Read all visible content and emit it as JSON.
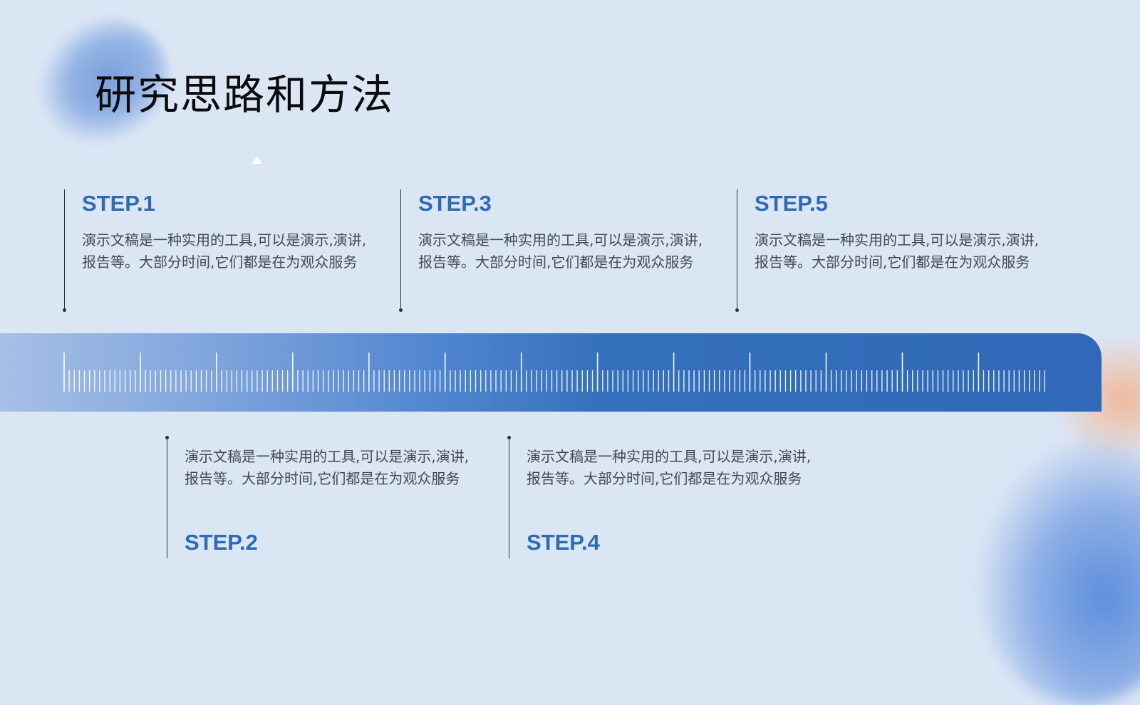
{
  "title": "研究思路和方法",
  "steps": [
    {
      "label": "STEP.1",
      "text": "演示文稿是一种实用的工具,可以是演示,演讲,报告等。大部分时间,它们都是在为观众服务"
    },
    {
      "label": "STEP.2",
      "text": "演示文稿是一种实用的工具,可以是演示,演讲,报告等。大部分时间,它们都是在为观众服务"
    },
    {
      "label": "STEP.3",
      "text": "演示文稿是一种实用的工具,可以是演示,演讲,报告等。大部分时间,它们都是在为观众服务"
    },
    {
      "label": "STEP.4",
      "text": "演示文稿是一种实用的工具,可以是演示,演讲,报告等。大部分时间,它们都是在为观众服务"
    },
    {
      "label": "STEP.5",
      "text": "演示文稿是一种实用的工具,可以是演示,演讲,报告等。大部分时间,它们都是在为观众服务"
    }
  ],
  "colors": {
    "accent": "#2d6bb5",
    "ruler": "#2f69b7",
    "background": "#dbe6f5"
  }
}
